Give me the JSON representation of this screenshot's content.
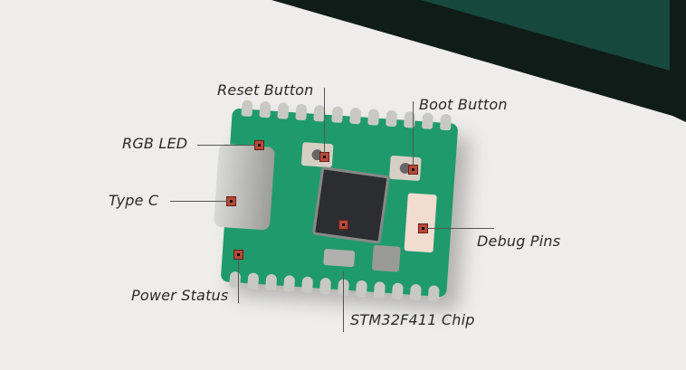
{
  "labels": {
    "reset_button": "Reset Button",
    "boot_button": "Boot Button",
    "rgb_led": "RGB LED",
    "type_c": "Type C",
    "debug_pins": "Debug Pins",
    "power_status": "Power Status",
    "chip": "STM32F411 Chip"
  },
  "colors": {
    "background": "#eeedeb",
    "dark_band": "#0f1c17",
    "teal_band": "#17483d",
    "board": "#1f9a6c"
  }
}
